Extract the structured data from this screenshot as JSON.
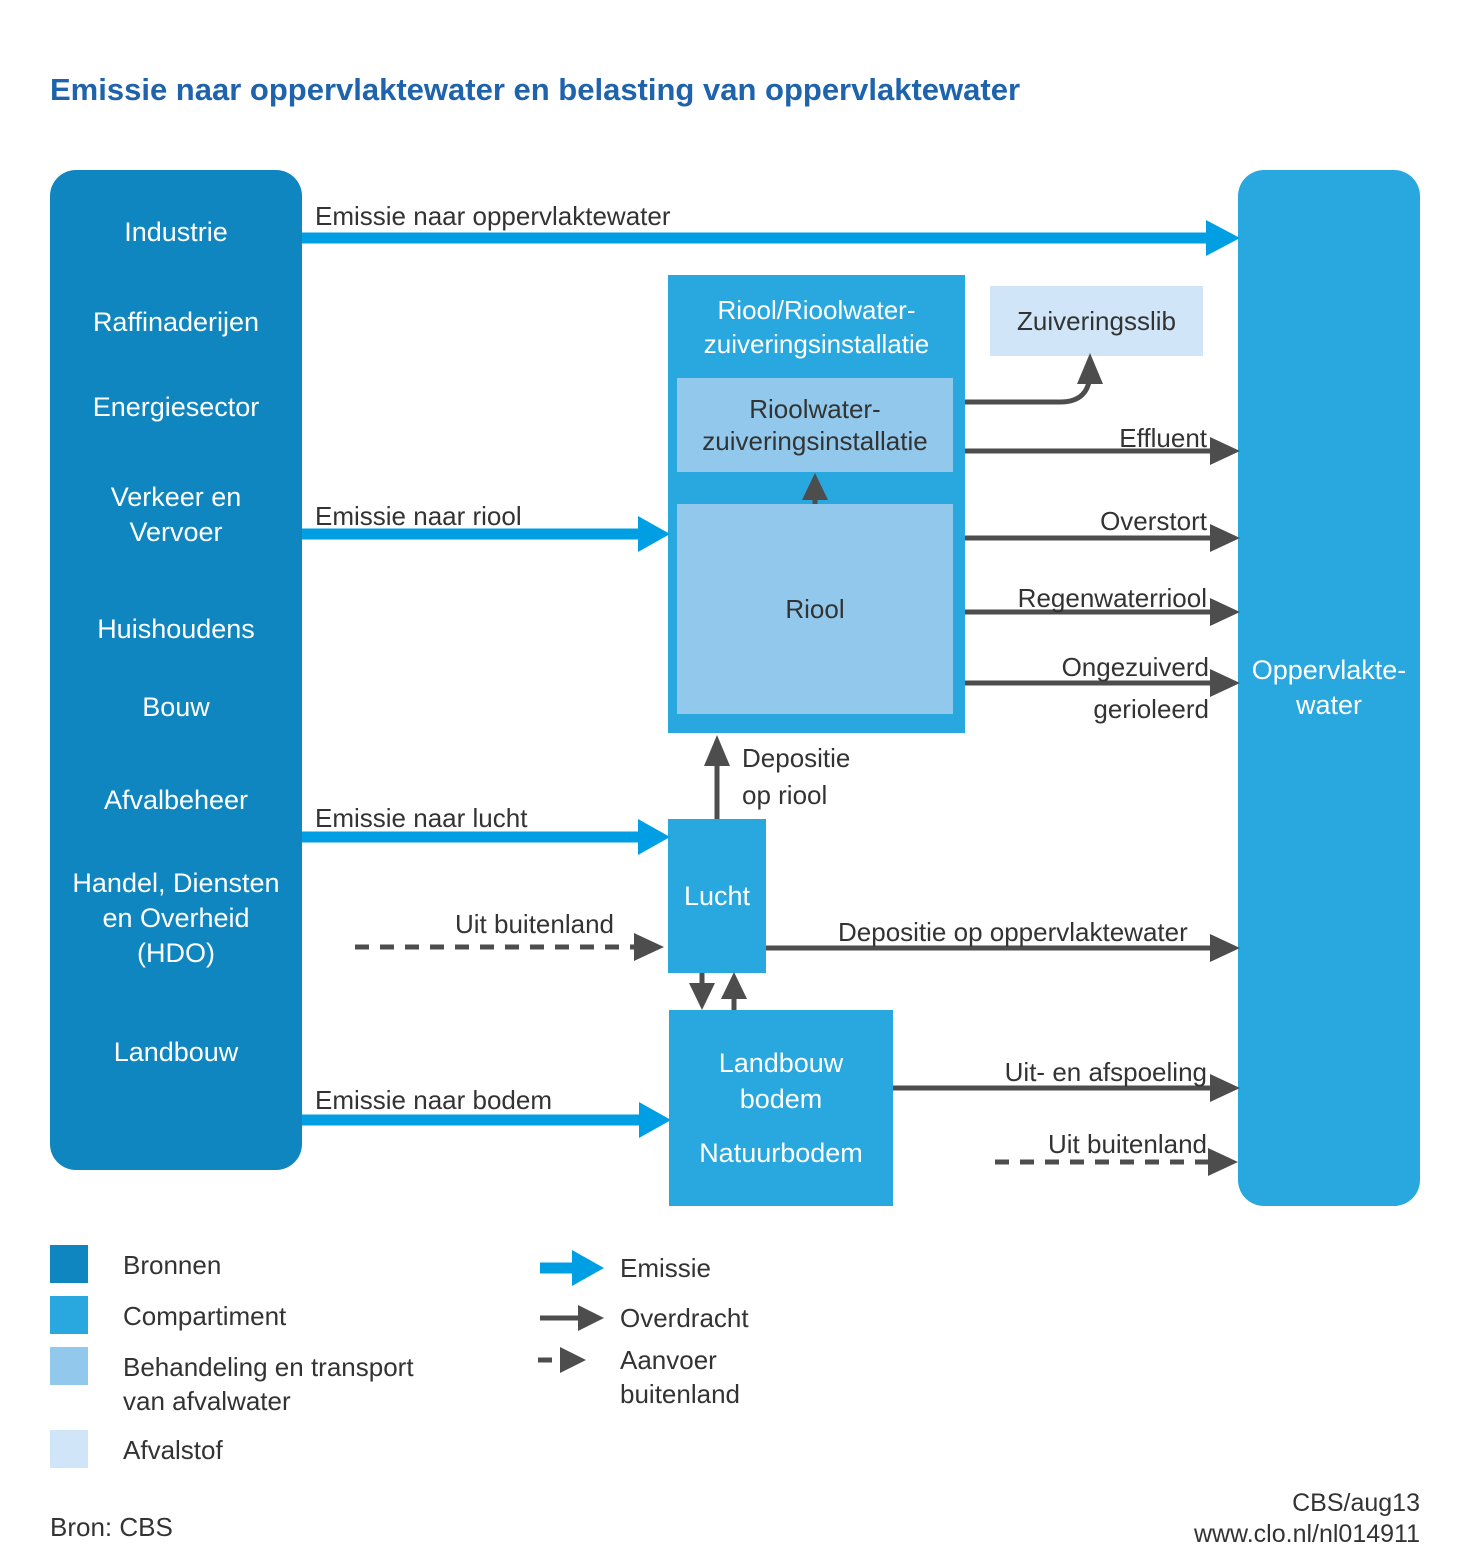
{
  "title": "Emissie naar oppervlaktewater en belasting van oppervlaktewater",
  "colors": {
    "bronnen": "#0f86bf",
    "compartiment": "#29a8e0",
    "behandeling": "#92c8eb",
    "afvalstof": "#d0e5f7",
    "emissie": "#009fe3",
    "overdracht": "#4d4d4d",
    "text": "#333333",
    "title": "#1e63ac"
  },
  "sources": {
    "items": [
      "Industrie",
      "Raffinaderijen",
      "Energiesector",
      "Verkeer en\nVervoer",
      "Huishoudens",
      "Bouw",
      "Afvalbeheer",
      "Handel, Diensten\nen Overheid\n(HDO)",
      "Landbouw"
    ]
  },
  "compartments": {
    "riool_outer_title": "Riool/Rioolwater-\nzuiveringsinstallatie",
    "rwzi": "Rioolwater-\nzuiveringsinstallatie",
    "riool": "Riool",
    "zuiveringsslib": "Zuiveringsslib",
    "lucht": "Lucht",
    "landbouwbodem": "Landbouw\nbodem",
    "natuurbodem": "Natuurbodem",
    "oppervlaktewater": "Oppervlakte-\nwater"
  },
  "flow_labels": {
    "emissie_oppervlaktewater": "Emissie naar oppervlaktewater",
    "emissie_riool": "Emissie naar riool",
    "emissie_lucht": "Emissie naar lucht",
    "emissie_bodem": "Emissie naar bodem",
    "effluent": "Effluent",
    "overstort": "Overstort",
    "regenwaterriool": "Regenwaterriool",
    "ongezuiverd_gerioleerd": "Ongezuiverd\ngerioleerd",
    "depositie_op_riool": "Depositie\nop riool",
    "depositie_op_oppervlaktewater": "Depositie op oppervlaktewater",
    "uit_buitenland_lucht": "Uit buitenland",
    "uit_en_afspoeling": "Uit- en afspoeling",
    "uit_buitenland_water": "Uit buitenland"
  },
  "legend": {
    "bronnen": "Bronnen",
    "compartiment": "Compartiment",
    "behandeling": "Behandeling en transport\nvan afvalwater",
    "afvalstof": "Afvalstof",
    "emissie": "Emissie",
    "overdracht": "Overdracht",
    "aanvoer_buitenland": "Aanvoer\nbuitenland"
  },
  "footer": {
    "source": "Bron: CBS",
    "credit_line1": "CBS/aug13",
    "credit_line2": "www.clo.nl/nl014911"
  }
}
